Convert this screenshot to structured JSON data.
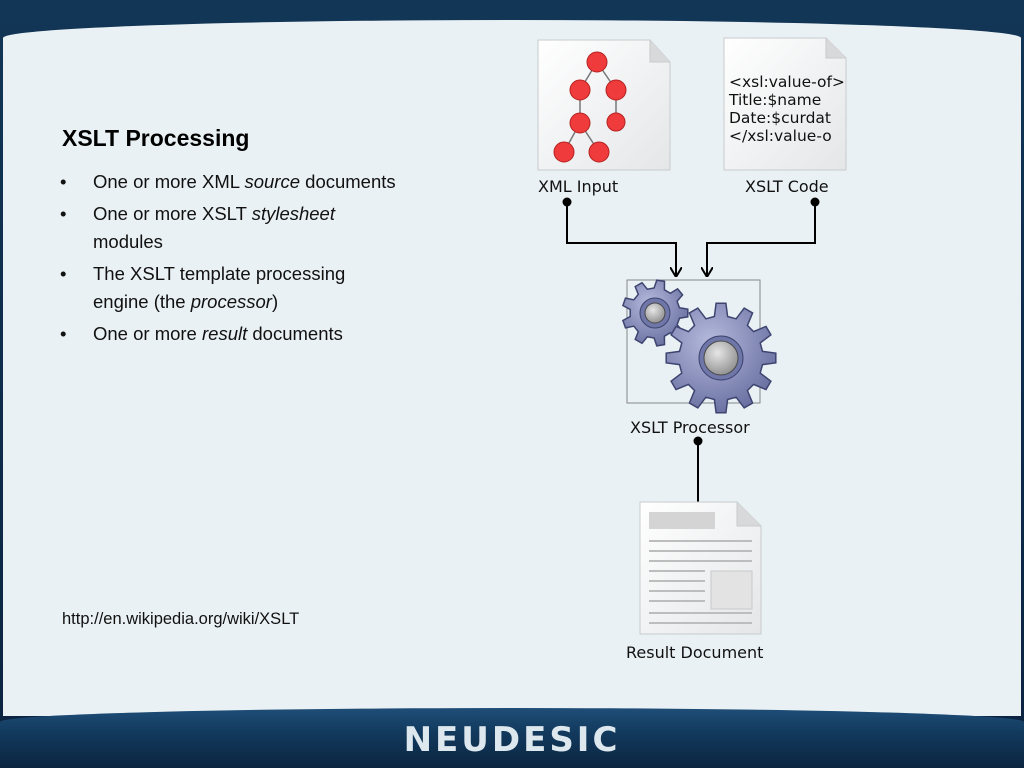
{
  "title": "XSLT Processing",
  "bullets": [
    {
      "before": "One or more XML ",
      "em": "source",
      "after": " documents"
    },
    {
      "before": "One or more XSLT ",
      "em": "stylesheet",
      "after": " modules"
    },
    {
      "before": "The XSLT template processing engine (the ",
      "em": "processor",
      "after": ")"
    },
    {
      "before": "One or more ",
      "em": "result",
      "after": " documents"
    }
  ],
  "source_url": "http://en.wikipedia.org/wiki/XSLT",
  "diagram": {
    "xml_input_label": "XML Input",
    "xslt_code_label": "XSLT Code",
    "processor_label": "XSLT Processor",
    "result_label": "Result Document",
    "code_lines": [
      "<xsl:value-of>",
      "Title:$name",
      "Date:$curdat",
      "</xsl:value-o"
    ]
  },
  "footer": {
    "logo": "NEUDESIC"
  },
  "colors": {
    "node_red": "#ef3b3b",
    "gear_blue": "#7f86b6",
    "panel_bg": "#eaf1f4",
    "footer_navy": "#123a5e"
  }
}
